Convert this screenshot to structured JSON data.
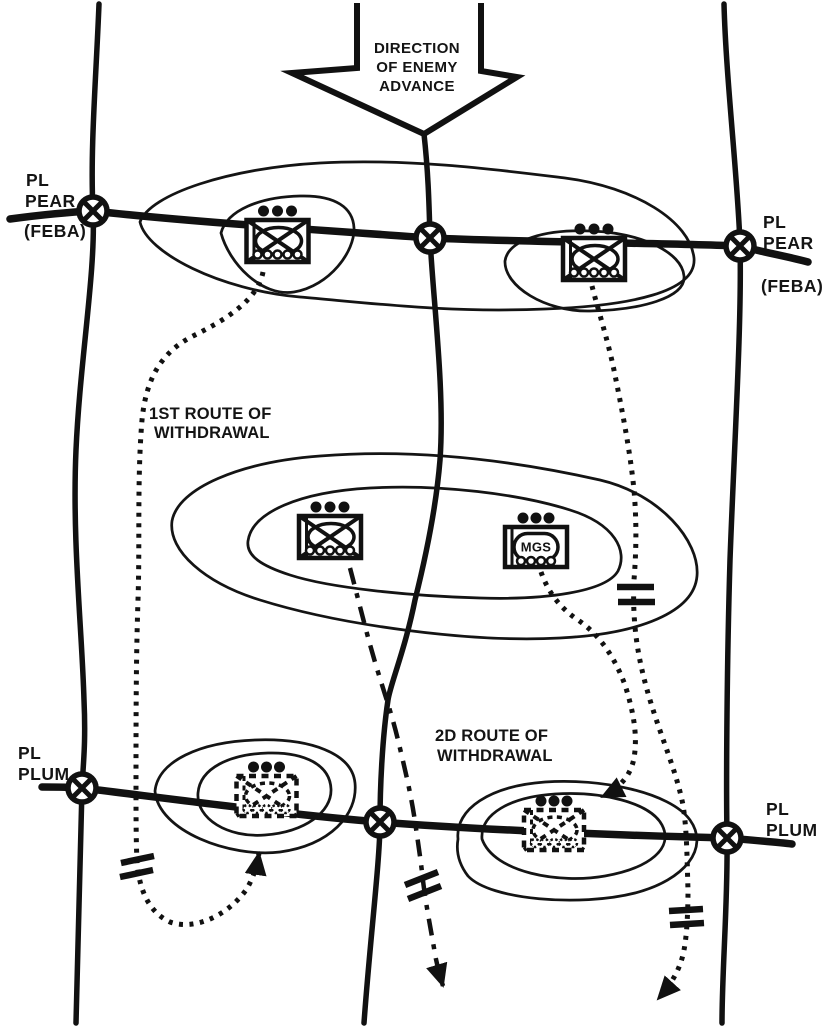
{
  "colors": {
    "ink": "#111111",
    "background": "#ffffff"
  },
  "enemy_advance": {
    "line1": "DIRECTION",
    "line2": "OF ENEMY",
    "line3": "ADVANCE"
  },
  "phase_lines": {
    "pear_left": {
      "pl": "PL",
      "name": "PEAR",
      "feba": "(FEBA)"
    },
    "pear_right": {
      "pl": "PL",
      "name": "PEAR",
      "feba": "(FEBA)"
    },
    "plum_left": {
      "pl": "PL",
      "name": "PLUM"
    },
    "plum_right": {
      "pl": "PL",
      "name": "PLUM"
    }
  },
  "routes": {
    "first": {
      "line1": "1ST ROUTE OF",
      "line2": "WITHDRAWAL"
    },
    "second": {
      "line1": "2D ROUTE OF",
      "line2": "WITHDRAWAL"
    }
  },
  "units": {
    "mgs_label": "MGS"
  }
}
